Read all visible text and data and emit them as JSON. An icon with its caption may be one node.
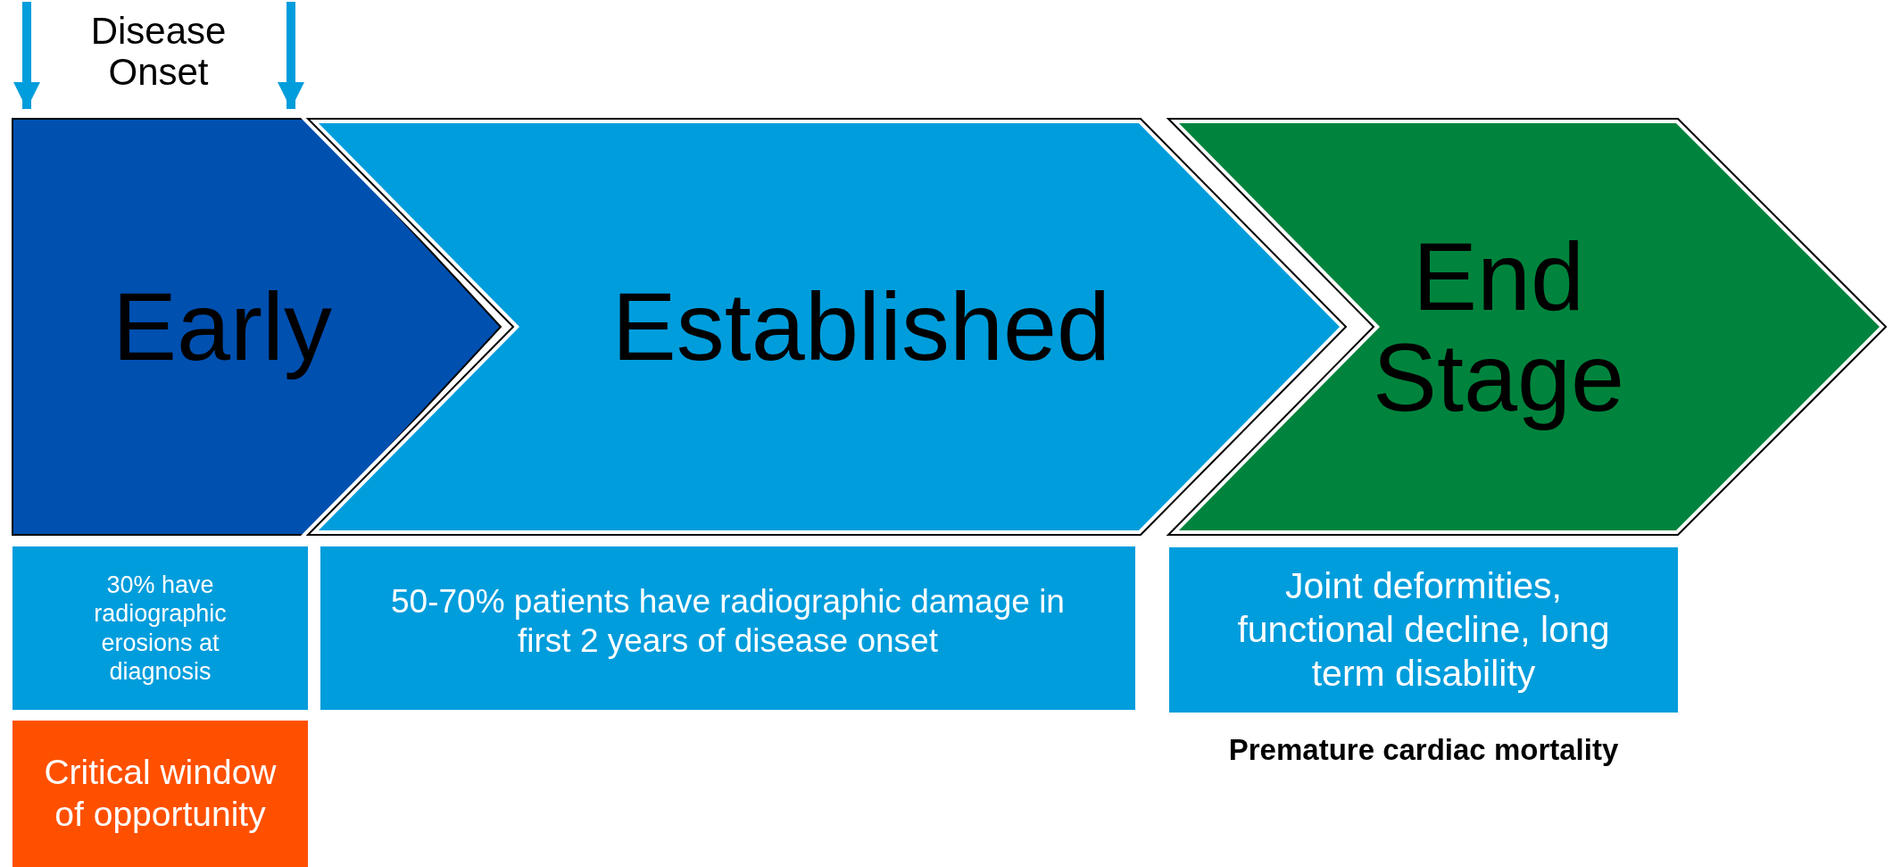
{
  "diagram": {
    "nodes": [
      {
        "text": [
          "Early"
        ]
      },
      {
        "text": [
          "Established"
        ]
      },
      {
        "text": [
          "End Stage"
        ]
      },
      {
        "text": [
          "30% have radiographic erosions at diagnosis"
        ]
      },
      {
        "text": [
          "50-70% patients have radiographic damage in first 2 years of disease onset"
        ]
      },
      {
        "text": [
          "Joint deformities, functional decline, long term disability"
        ]
      },
      {
        "text": [
          "Critical window of opportunity"
        ]
      }
    ],
    "labels": [
      "Disease Onset",
      "Premature cardiac mortality"
    ]
  }
}
